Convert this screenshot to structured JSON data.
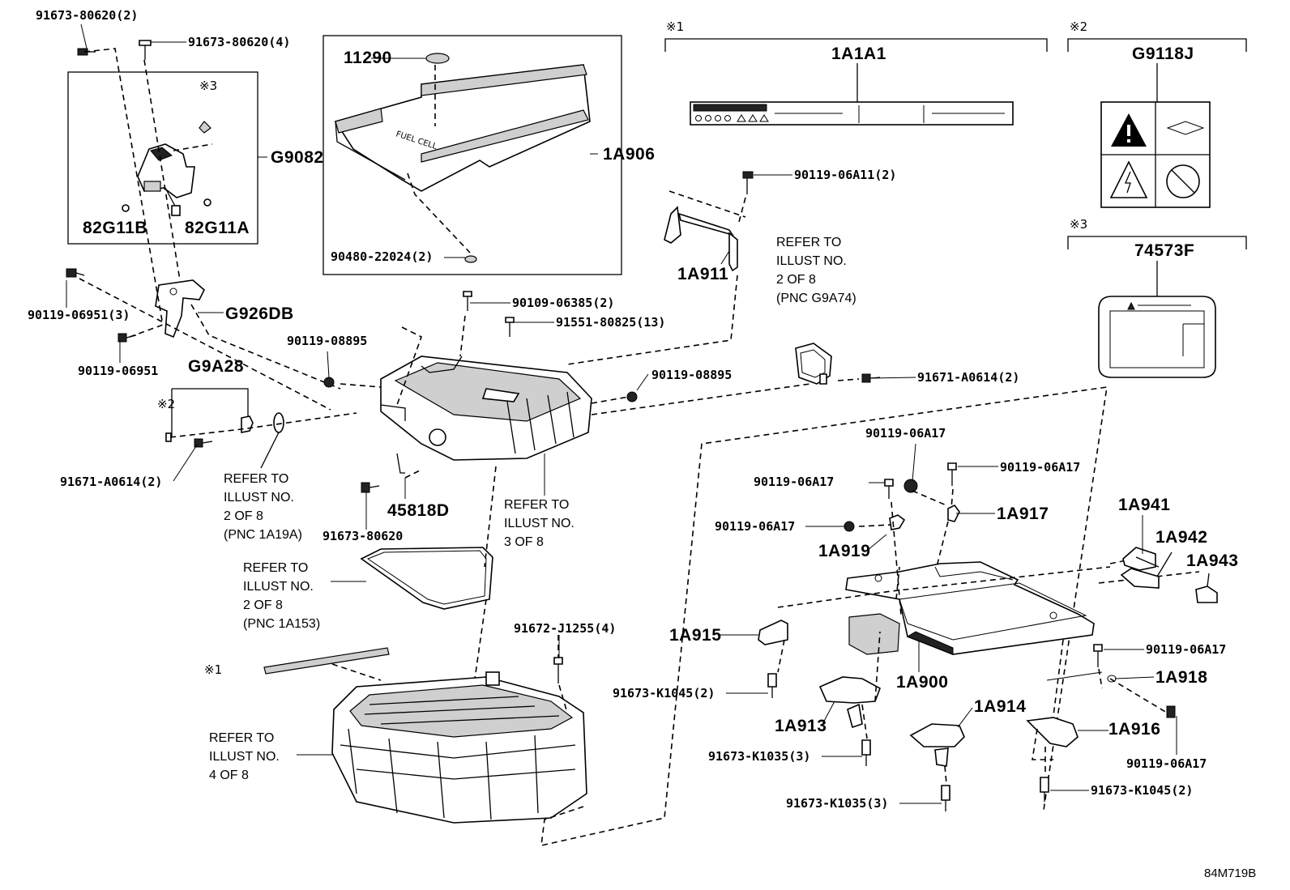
{
  "diagram_code": "84M719B",
  "notes": {
    "note1": "※1",
    "note2": "※2",
    "note3": "※3",
    "note1_small": "※1",
    "note2_small": "※2",
    "note3_small": "※3"
  },
  "labels": {
    "p_91673_80620_2": "91673-80620(2)",
    "p_91673_80620_4": "91673-80620(4)",
    "p_G9082": "G9082",
    "p_82G11B": "82G11B",
    "p_82G11A": "82G11A",
    "p_11290": "11290",
    "p_1A906": "1A906",
    "p_90480": "90480-22024(2)",
    "p_1A1A1": "1A1A1",
    "p_G9118J": "G9118J",
    "p_74573F": "74573F",
    "p_90119_06A11": "90119-06A11(2)",
    "p_1A911": "1A911",
    "p_90119_06951_3": "90119-06951(3)",
    "p_G926DB": "G926DB",
    "p_90119_06951": "90119-06951",
    "p_G9A28": "G9A28",
    "p_90109": "90109-06385(2)",
    "p_91551": "91551-80825(13)",
    "p_90119_08895_a": "90119-08895",
    "p_90119_08895_b": "90119-08895",
    "p_91671_a": "91671-A0614(2)",
    "p_91671_b": "91671-A0614(2)",
    "p_45818D": "45818D",
    "p_91673_80620": "91673-80620",
    "p_90119_06A17_a": "90119-06A17",
    "p_90119_06A17_b": "90119-06A17",
    "p_90119_06A17_c": "90119-06A17",
    "p_90119_06A17_d": "90119-06A17",
    "p_90119_06A17_e": "90119-06A17",
    "p_90119_06A17_f": "90119-06A17",
    "p_1A917": "1A917",
    "p_1A919": "1A919",
    "p_1A941": "1A941",
    "p_1A942": "1A942",
    "p_1A943": "1A943",
    "p_91672": "91672-J1255(4)",
    "p_1A915": "1A915",
    "p_1A900": "1A900",
    "p_1A918": "1A918",
    "p_91673_K1045_a": "91673-K1045(2)",
    "p_91673_K1045_b": "91673-K1045(2)",
    "p_1A913": "1A913",
    "p_1A914": "1A914",
    "p_1A916": "1A916",
    "p_91673_K1035_a": "91673-K1035(3)",
    "p_91673_K1035_b": "91673-K1035(3)"
  },
  "refer_notes": {
    "r1": "REFER TO\nILLUST NO.\n2 OF 8\n(PNC G9A74)",
    "r2": "REFER TO\nILLUST NO.\n2 OF 8\n(PNC 1A19A)",
    "r3": "REFER TO\nILLUST NO.\n3 OF 8",
    "r4": "REFER TO\nILLUST NO.\n2 OF 8\n(PNC 1A153)",
    "r5": "REFER TO\nILLUST NO.\n4 OF 8"
  }
}
